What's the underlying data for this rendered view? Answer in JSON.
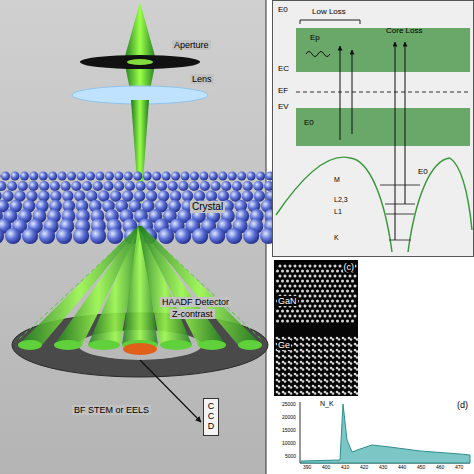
{
  "diagram": {
    "nodes": [
      {
        "text": [
          "CCD"
        ]
      },
      {
        "text": [
          "(c)",
          "GaN",
          "Ge"
        ]
      },
      {
        "text": [
          "(d)",
          "N_K"
        ]
      }
    ],
    "labels": [
      "Aperture",
      "Lens",
      "Crystal",
      "HAADF Detector",
      "Z-contrast",
      "BF STEM or EELS",
      "Low Loss",
      "Core Loss",
      "E0",
      "Ep",
      "EC",
      "EF",
      "EV",
      "E0",
      "M",
      "L2,3",
      "L1",
      "K",
      "E0",
      "25000",
      "20000",
      "15000",
      "10000",
      "5000",
      "390",
      "400",
      "410",
      "420",
      "430",
      "440",
      "450",
      "460",
      "470"
    ]
  }
}
